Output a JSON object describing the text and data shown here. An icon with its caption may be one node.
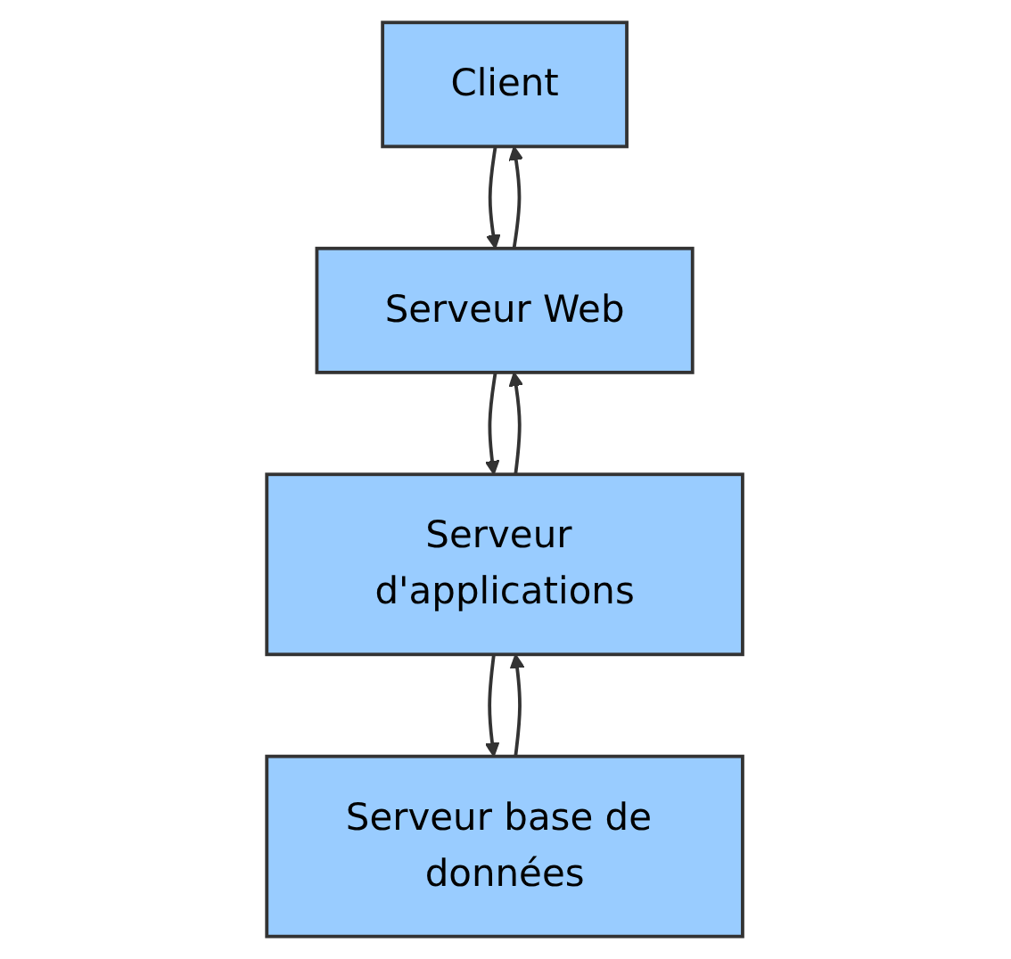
{
  "diagram": {
    "nodes": [
      {
        "text": [
          "Client"
        ]
      },
      {
        "text": [
          "Serveur Web"
        ]
      },
      {
        "text": [
          "Serveur d'applications"
        ]
      },
      {
        "text": [
          "Serveur base de données"
        ]
      }
    ],
    "edges": [
      {
        "from": 0,
        "to": 1,
        "arrow": "to"
      },
      {
        "from": 1,
        "to": 0,
        "arrow": "to"
      },
      {
        "from": 1,
        "to": 2,
        "arrow": "to"
      },
      {
        "from": 2,
        "to": 1,
        "arrow": "to"
      },
      {
        "from": 2,
        "to": 3,
        "arrow": "to"
      },
      {
        "from": 3,
        "to": 2,
        "arrow": "to"
      }
    ]
  }
}
